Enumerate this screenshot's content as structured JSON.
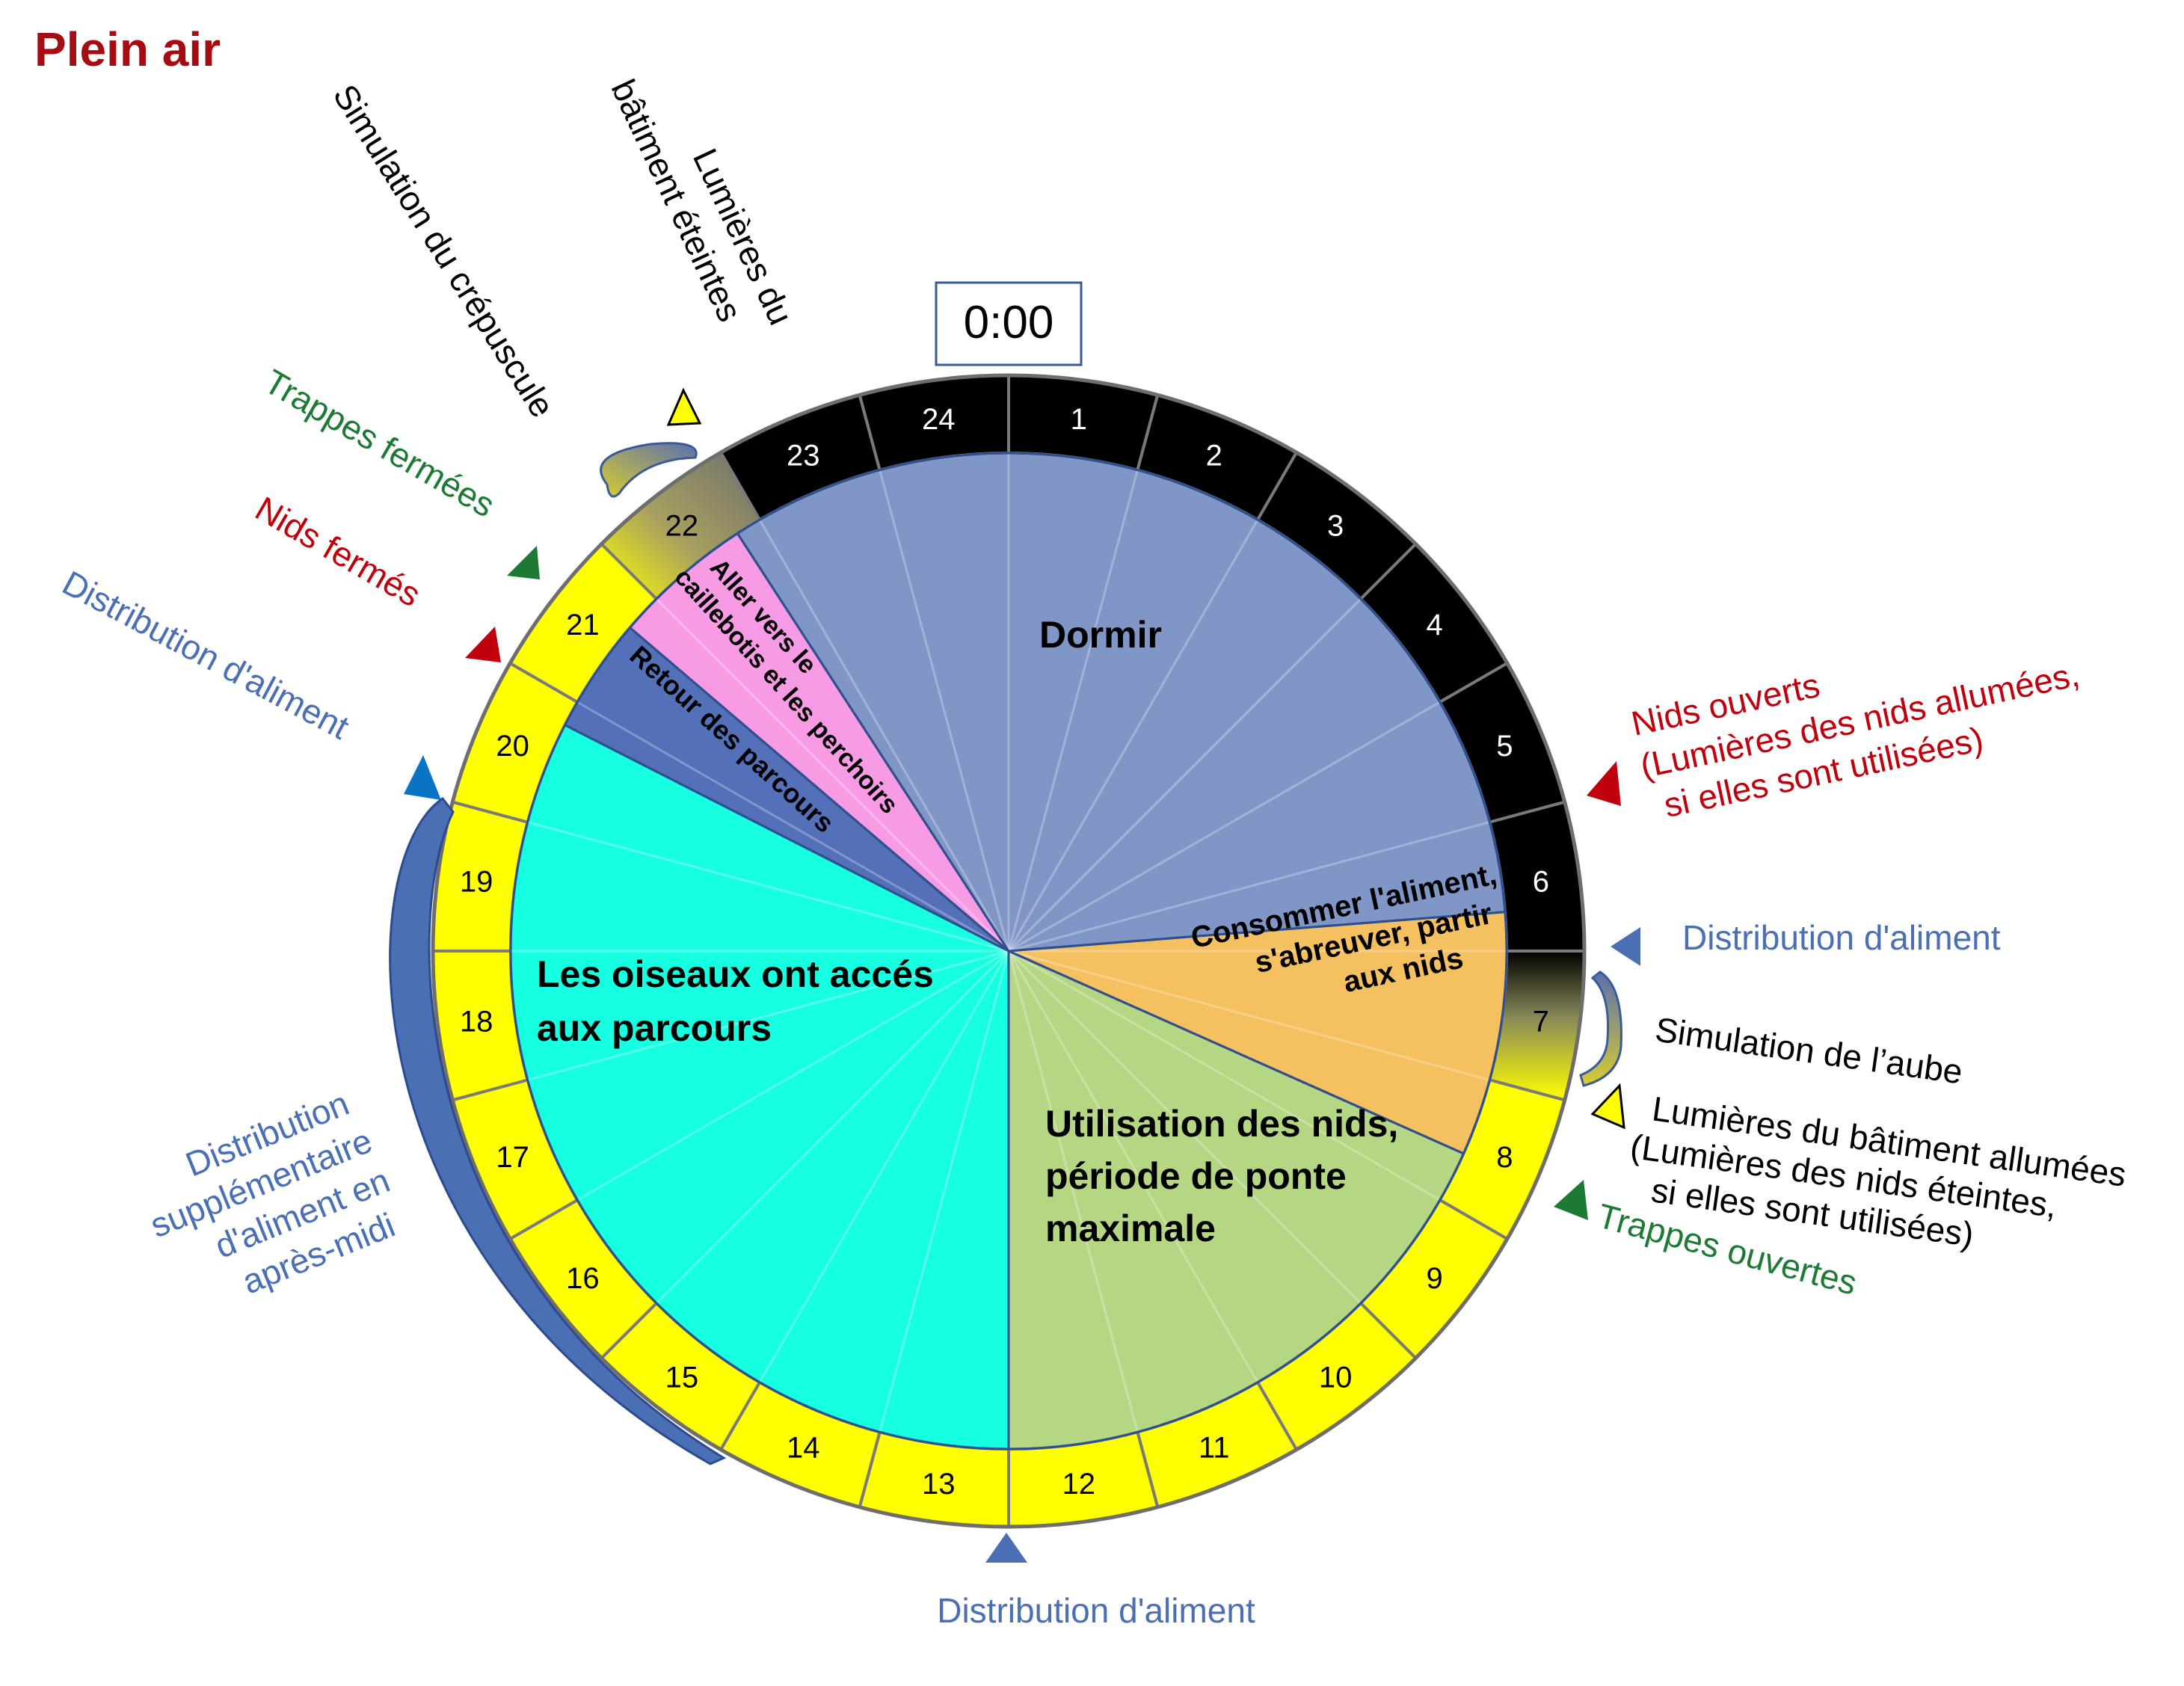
{
  "title": "Plein air",
  "midnight_label": "0:00",
  "hours": [
    "1",
    "2",
    "3",
    "4",
    "5",
    "6",
    "7",
    "8",
    "9",
    "10",
    "11",
    "12",
    "13",
    "14",
    "15",
    "16",
    "17",
    "18",
    "19",
    "20",
    "21",
    "22",
    "23",
    "24"
  ],
  "hour_ring": {
    "night_hours": [
      "23",
      "24",
      "1",
      "2",
      "3",
      "4",
      "5",
      "6"
    ],
    "light_hours": [
      "8",
      "9",
      "10",
      "11",
      "12",
      "13",
      "14",
      "15",
      "16",
      "17",
      "18",
      "19",
      "20",
      "21"
    ],
    "dawn_hour": "7",
    "dusk_hour": "22",
    "colors": {
      "night": "#000000",
      "light": "#ffff00",
      "transition": "#7f7f7f"
    }
  },
  "sectors": [
    {
      "id": "dormir",
      "label": "Dormir",
      "start_hour": 21.8,
      "end_hour": 5.7,
      "color": "#7f96c6"
    },
    {
      "id": "consommer",
      "label": "Consommer l'aliment, s'abreuver, partir aux nids",
      "lines": [
        "Consommer l'aliment,",
        "s'abreuver, partir",
        "aux nids"
      ],
      "start_hour": 5.7,
      "end_hour": 7.6,
      "color": "#f4c060"
    },
    {
      "id": "nids",
      "label": "Utilisation des nids, période de ponte maximale",
      "lines": [
        "Utilisation des nids,",
        "période de ponte",
        "maximale"
      ],
      "start_hour": 7.6,
      "end_hour": 12.0,
      "color": "#b5d683"
    },
    {
      "id": "parcours",
      "label": "Les oiseaux ont accés aux parcours",
      "lines": [
        "Les oiseaux ont accés",
        "aux parcours"
      ],
      "start_hour": 12.0,
      "end_hour": 19.8,
      "color": "#16ffe0"
    },
    {
      "id": "retour",
      "label": "Retour des parcours",
      "lines": [
        "Retour des parcours"
      ],
      "start_hour": 19.8,
      "end_hour": 20.7,
      "color": "#5470b8"
    },
    {
      "id": "caillebotis",
      "label": "Aller vers le caillebotis et les perchoirs",
      "lines": [
        "Aller vers le",
        "caillebotis et les perchoirs"
      ],
      "start_hour": 20.7,
      "end_hour": 21.8,
      "color": "#f79be5"
    }
  ],
  "annotations": {
    "lumieres_eteintes": {
      "lines": [
        "Lumières du",
        "bâtiment éteintes"
      ],
      "color": "#000000",
      "marker": "#ffff00"
    },
    "crepuscule": {
      "text": "Simulation du crépuscule",
      "color": "#000000"
    },
    "trappes_fermees": {
      "text": "Trappes fermées",
      "color": "#1c7a35",
      "marker": "#1c7a35"
    },
    "nids_fermes": {
      "text": "Nids fermés",
      "color": "#c0000c",
      "marker": "#c0000c"
    },
    "distribution_soir": {
      "text": "Distribution d'aliment",
      "color": "#4a6fb5",
      "marker": "#0a74c4"
    },
    "distribution_supp": {
      "lines": [
        "Distribution",
        "supplémentaire",
        "d'aliment en",
        "après-midi"
      ],
      "color": "#4a6fb5"
    },
    "nids_ouverts": {
      "lines": [
        "Nids ouverts",
        "(Lumières des nids allumées,",
        "si elles sont utilisées)"
      ],
      "color": "#c0000c",
      "marker": "#c0000c"
    },
    "distribution_matin": {
      "text": "Distribution d'aliment",
      "color": "#4a6fb5",
      "marker": "#4a6fb5"
    },
    "aube": {
      "text": "Simulation de l’aube",
      "color": "#000000"
    },
    "lumieres_allumees": {
      "lines": [
        "Lumières du bâtiment allumées",
        "(Lumières des nids éteintes,",
        "si elles sont utilisées)"
      ],
      "color": "#000000",
      "marker": "#ffff00"
    },
    "trappes_ouvertes": {
      "text": "Trappes ouvertes",
      "color": "#1c7a35",
      "marker": "#1c7a35"
    },
    "distribution_midi": {
      "text": "Distribution d'aliment",
      "color": "#4a6fb5",
      "marker": "#4a6fb5"
    }
  }
}
